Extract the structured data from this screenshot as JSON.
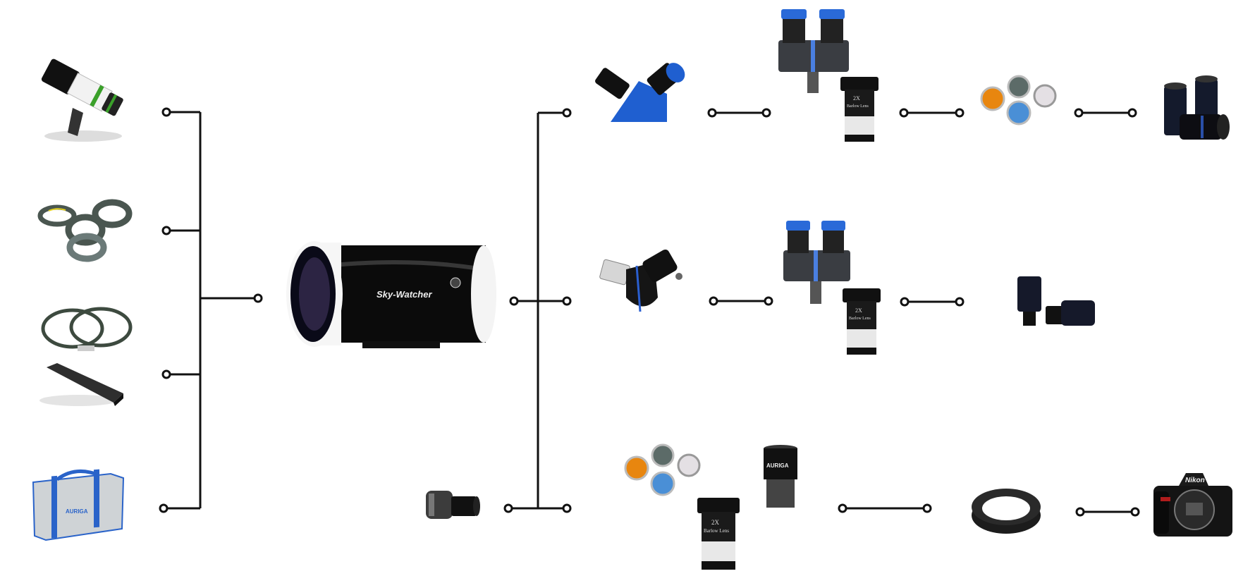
{
  "colors": {
    "line": "#111111",
    "accent_blue": "#1f5fd0",
    "filter_orange": "#e8860f",
    "filter_blue": "#4a8fd6",
    "finder_green": "#3aa02a"
  },
  "labels": {
    "telescope_brand": "Sky-Watcher",
    "bag_brand": "AURIGA",
    "extension_brand": "AURIGA",
    "barlow_power": "2X",
    "barlow_text": "Barlow Lens",
    "camera_brand": "Nikon"
  },
  "items": {
    "left": [
      "finder-scope-icon",
      "solar-filter-rings-icon",
      "tube-rings-and-dovetail-icon",
      "carry-bag-icon"
    ],
    "center": "maksutov-telescope-icon",
    "row1": [
      "star-diagonal-icon",
      "binoviewer-and-barlow-icon",
      "color-filters-icon",
      "eyepieces-icon"
    ],
    "row2": [
      "prism-diagonal-icon",
      "binoviewer-and-barlow-icon",
      "zoom-eyepieces-icon"
    ],
    "row3": [
      "planetary-camera-icon",
      "filters-and-barlow-icon",
      "extension-tube-icon",
      "t-ring-icon",
      "dslr-camera-icon"
    ]
  }
}
